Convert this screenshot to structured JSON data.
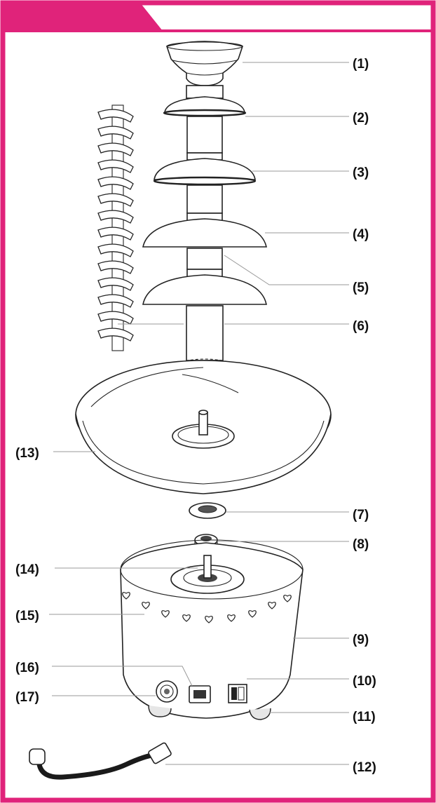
{
  "colors": {
    "frame": "#e0237a",
    "ink": "#222222",
    "leader": "#9a9a9a"
  },
  "labels": {
    "p1": "(1)",
    "p2": "(2)",
    "p3": "(3)",
    "p4": "(4)",
    "p5": "(5)",
    "p6": "(6)",
    "p7": "(7)",
    "p8": "(8)",
    "p9": "(9)",
    "p10": "(10)",
    "p11": "(11)",
    "p12": "(12)",
    "p13": "(13)",
    "p14": "(14)",
    "p15": "(15)",
    "p16": "(16)",
    "p17": "(17)"
  }
}
